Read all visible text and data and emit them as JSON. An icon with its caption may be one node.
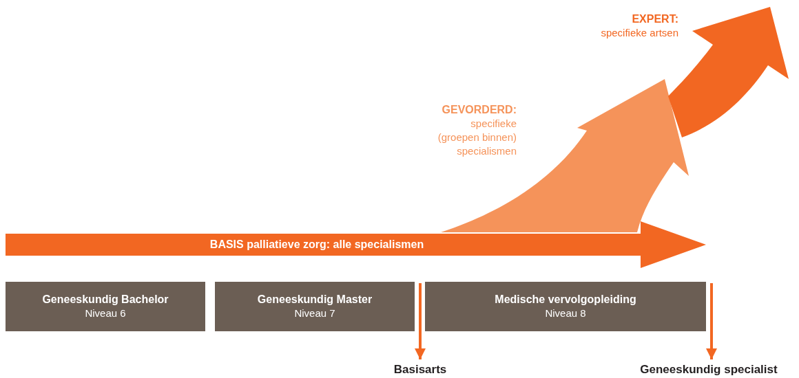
{
  "diagram": {
    "nodes": [
      {
        "text": [
          "BASIS palliatieve zorg: alle specialismen"
        ]
      },
      {
        "text": [],
        "shape": "arrow",
        "beside": [
          "EXPERT:",
          "specifieke artsen"
        ]
      },
      {
        "text": [
          "Geneeskundig Bachelor",
          "Niveau 6"
        ]
      },
      {
        "text": [
          "Geneeskundig Master",
          "Niveau 7"
        ]
      },
      {
        "text": [
          "Medische vervolgopleiding",
          "Niveau 8"
        ]
      },
      {
        "text": [
          "Basisarts"
        ]
      },
      {
        "text": [
          "Geneeskundig specialist"
        ]
      }
    ],
    "edges": [
      {
        "from": 0,
        "to": 1,
        "arrow": "to",
        "style": "thick",
        "color": "#f5935a"
      },
      {
        "from": 3,
        "to": 5,
        "arrow": "to"
      },
      {
        "from": 4,
        "to": 6,
        "arrow": "to"
      }
    ],
    "labels": [
      "GEVORDERD:",
      "specifieke (groepen binnen) specialismen"
    ]
  }
}
